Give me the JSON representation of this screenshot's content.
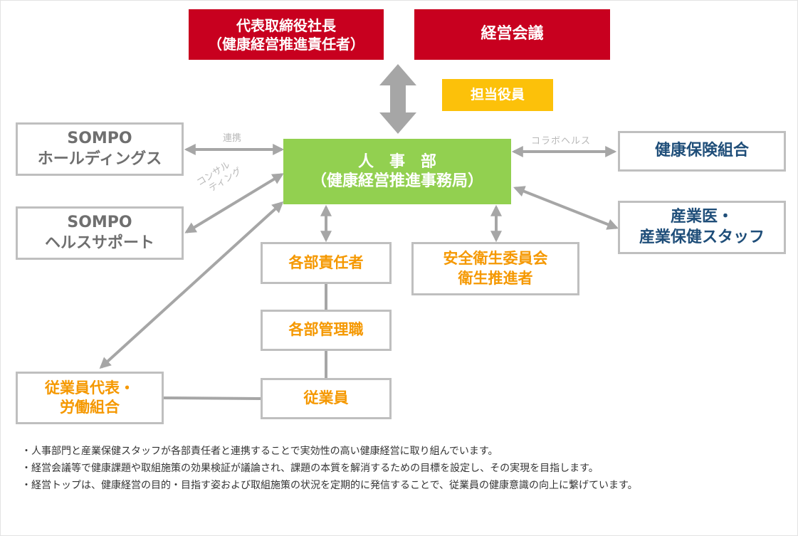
{
  "nodes": {
    "president": {
      "line1": "代表取締役社長",
      "line2": "（健康経営推進責任者）"
    },
    "management_meeting": {
      "line1": "経営会議"
    },
    "officer_in_charge": {
      "line1": "担当役員"
    },
    "hr": {
      "line1": "人　事　部",
      "line2": "（健康経営推進事務局）"
    },
    "sompo_holdings": {
      "line1": "SOMPO",
      "line2": "ホールディングス"
    },
    "sompo_health_support": {
      "line1": "SOMPO",
      "line2": "ヘルスサポート"
    },
    "health_insurance": {
      "line1": "健康保険組合"
    },
    "occupational_health": {
      "line1": "産業医・",
      "line2": "産業保健スタッフ"
    },
    "dept_heads": {
      "line1": "各部責任者"
    },
    "safety_committee": {
      "line1": "安全衛生委員会",
      "line2": "衛生推進者"
    },
    "dept_managers": {
      "line1": "各部管理職"
    },
    "employees": {
      "line1": "従業員"
    },
    "employee_reps": {
      "line1": "従業員代表・",
      "line2": "労働組合"
    }
  },
  "edge_labels": {
    "cooperation": "連携",
    "consulting_1": "コンサル",
    "consulting_2": "ティング",
    "collabo_health": "コラボヘルス"
  },
  "notes": [
    "・人事部門と産業保健スタッフが各部責任者と連携することで実効性の高い健康経営に取り組んでいます。",
    "・経営会議等で健康課題や取組施策の効果検証が議論され、課題の本質を解消するための目標を設定し、その実現を目指します。",
    "・経営トップは、健康経営の目的・目指す姿および取組施策の状況を定期的に発信することで、従業員の健康意識の向上に繋げています。"
  ],
  "colors": {
    "top_management": "#c8001f",
    "officer": "#fcc10a",
    "hr": "#92d050",
    "external_text": "#6f6f6f",
    "partner_text": "#1f4e79",
    "internal_text": "#f59800",
    "connector": "#a6a6a6"
  }
}
